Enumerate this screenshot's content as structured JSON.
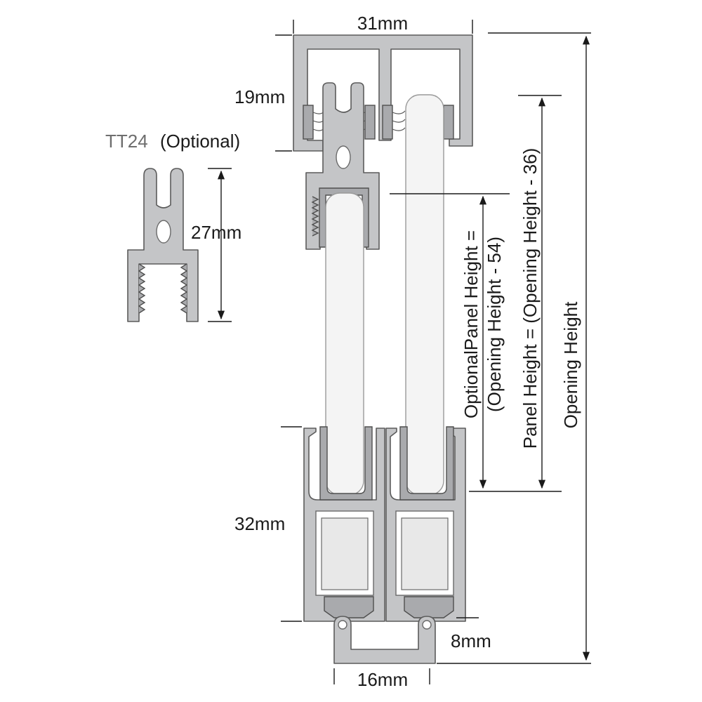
{
  "labels": {
    "top_width": "31mm",
    "top_height": "19mm",
    "optional_part": "TT24",
    "optional_note": "(Optional)",
    "optional_height": "27mm",
    "bottom_height": "32mm",
    "bottom_rail_height": "8mm",
    "bottom_rail_width": "16mm",
    "optional_panel_line1": "OptionalPanel Height =",
    "optional_panel_line2": "(Opening Height - 54)",
    "panel_height": "Panel Height = (Opening Height - 36)",
    "opening_height": "Opening Height"
  },
  "colors": {
    "aluminium": "#c4c5c7",
    "outline": "#5b5b5b",
    "panel": "#f4f4f4",
    "text": "#1a1a1a",
    "part_code": "#6e6e6e"
  }
}
